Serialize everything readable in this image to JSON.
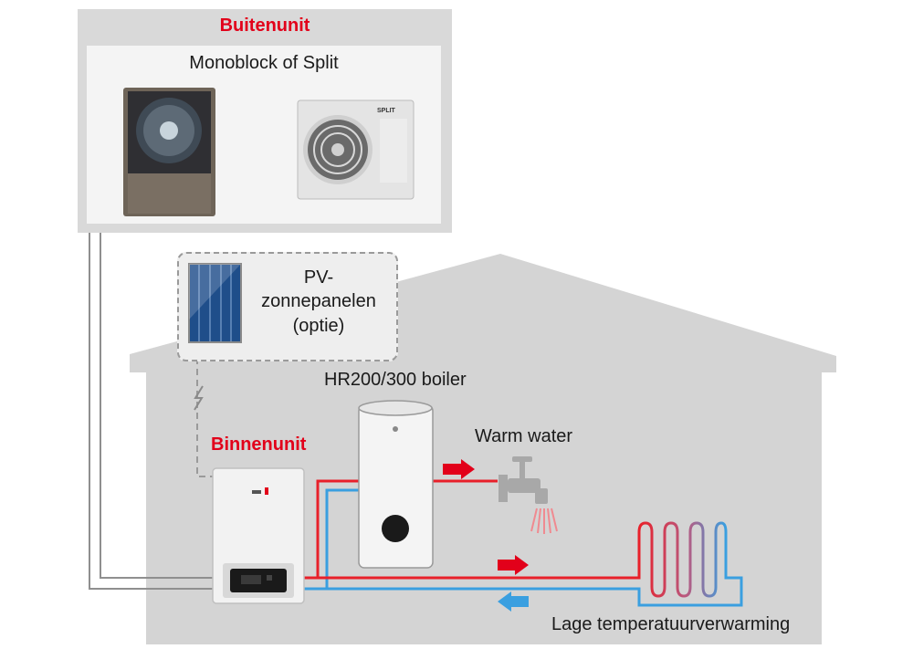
{
  "outdoor": {
    "title": "Buitenunit",
    "subtitle": "Monoblock of Split",
    "split_brand": "SPLIT"
  },
  "pv": {
    "line1": "PV-",
    "line2": "zonnepanelen",
    "line3": "(optie)"
  },
  "indoor": {
    "title": "Binnenunit"
  },
  "boiler": {
    "label": "HR200/300 boiler"
  },
  "tap": {
    "label": "Warm water"
  },
  "heating": {
    "label": "Lage temperatuurverwarming"
  },
  "colors": {
    "accent_red": "#e2001a",
    "supply_red": "#e8202a",
    "return_blue": "#3a9fe0",
    "panel_gray": "#d9d9d9",
    "house_gray": "#d4d4d4"
  }
}
